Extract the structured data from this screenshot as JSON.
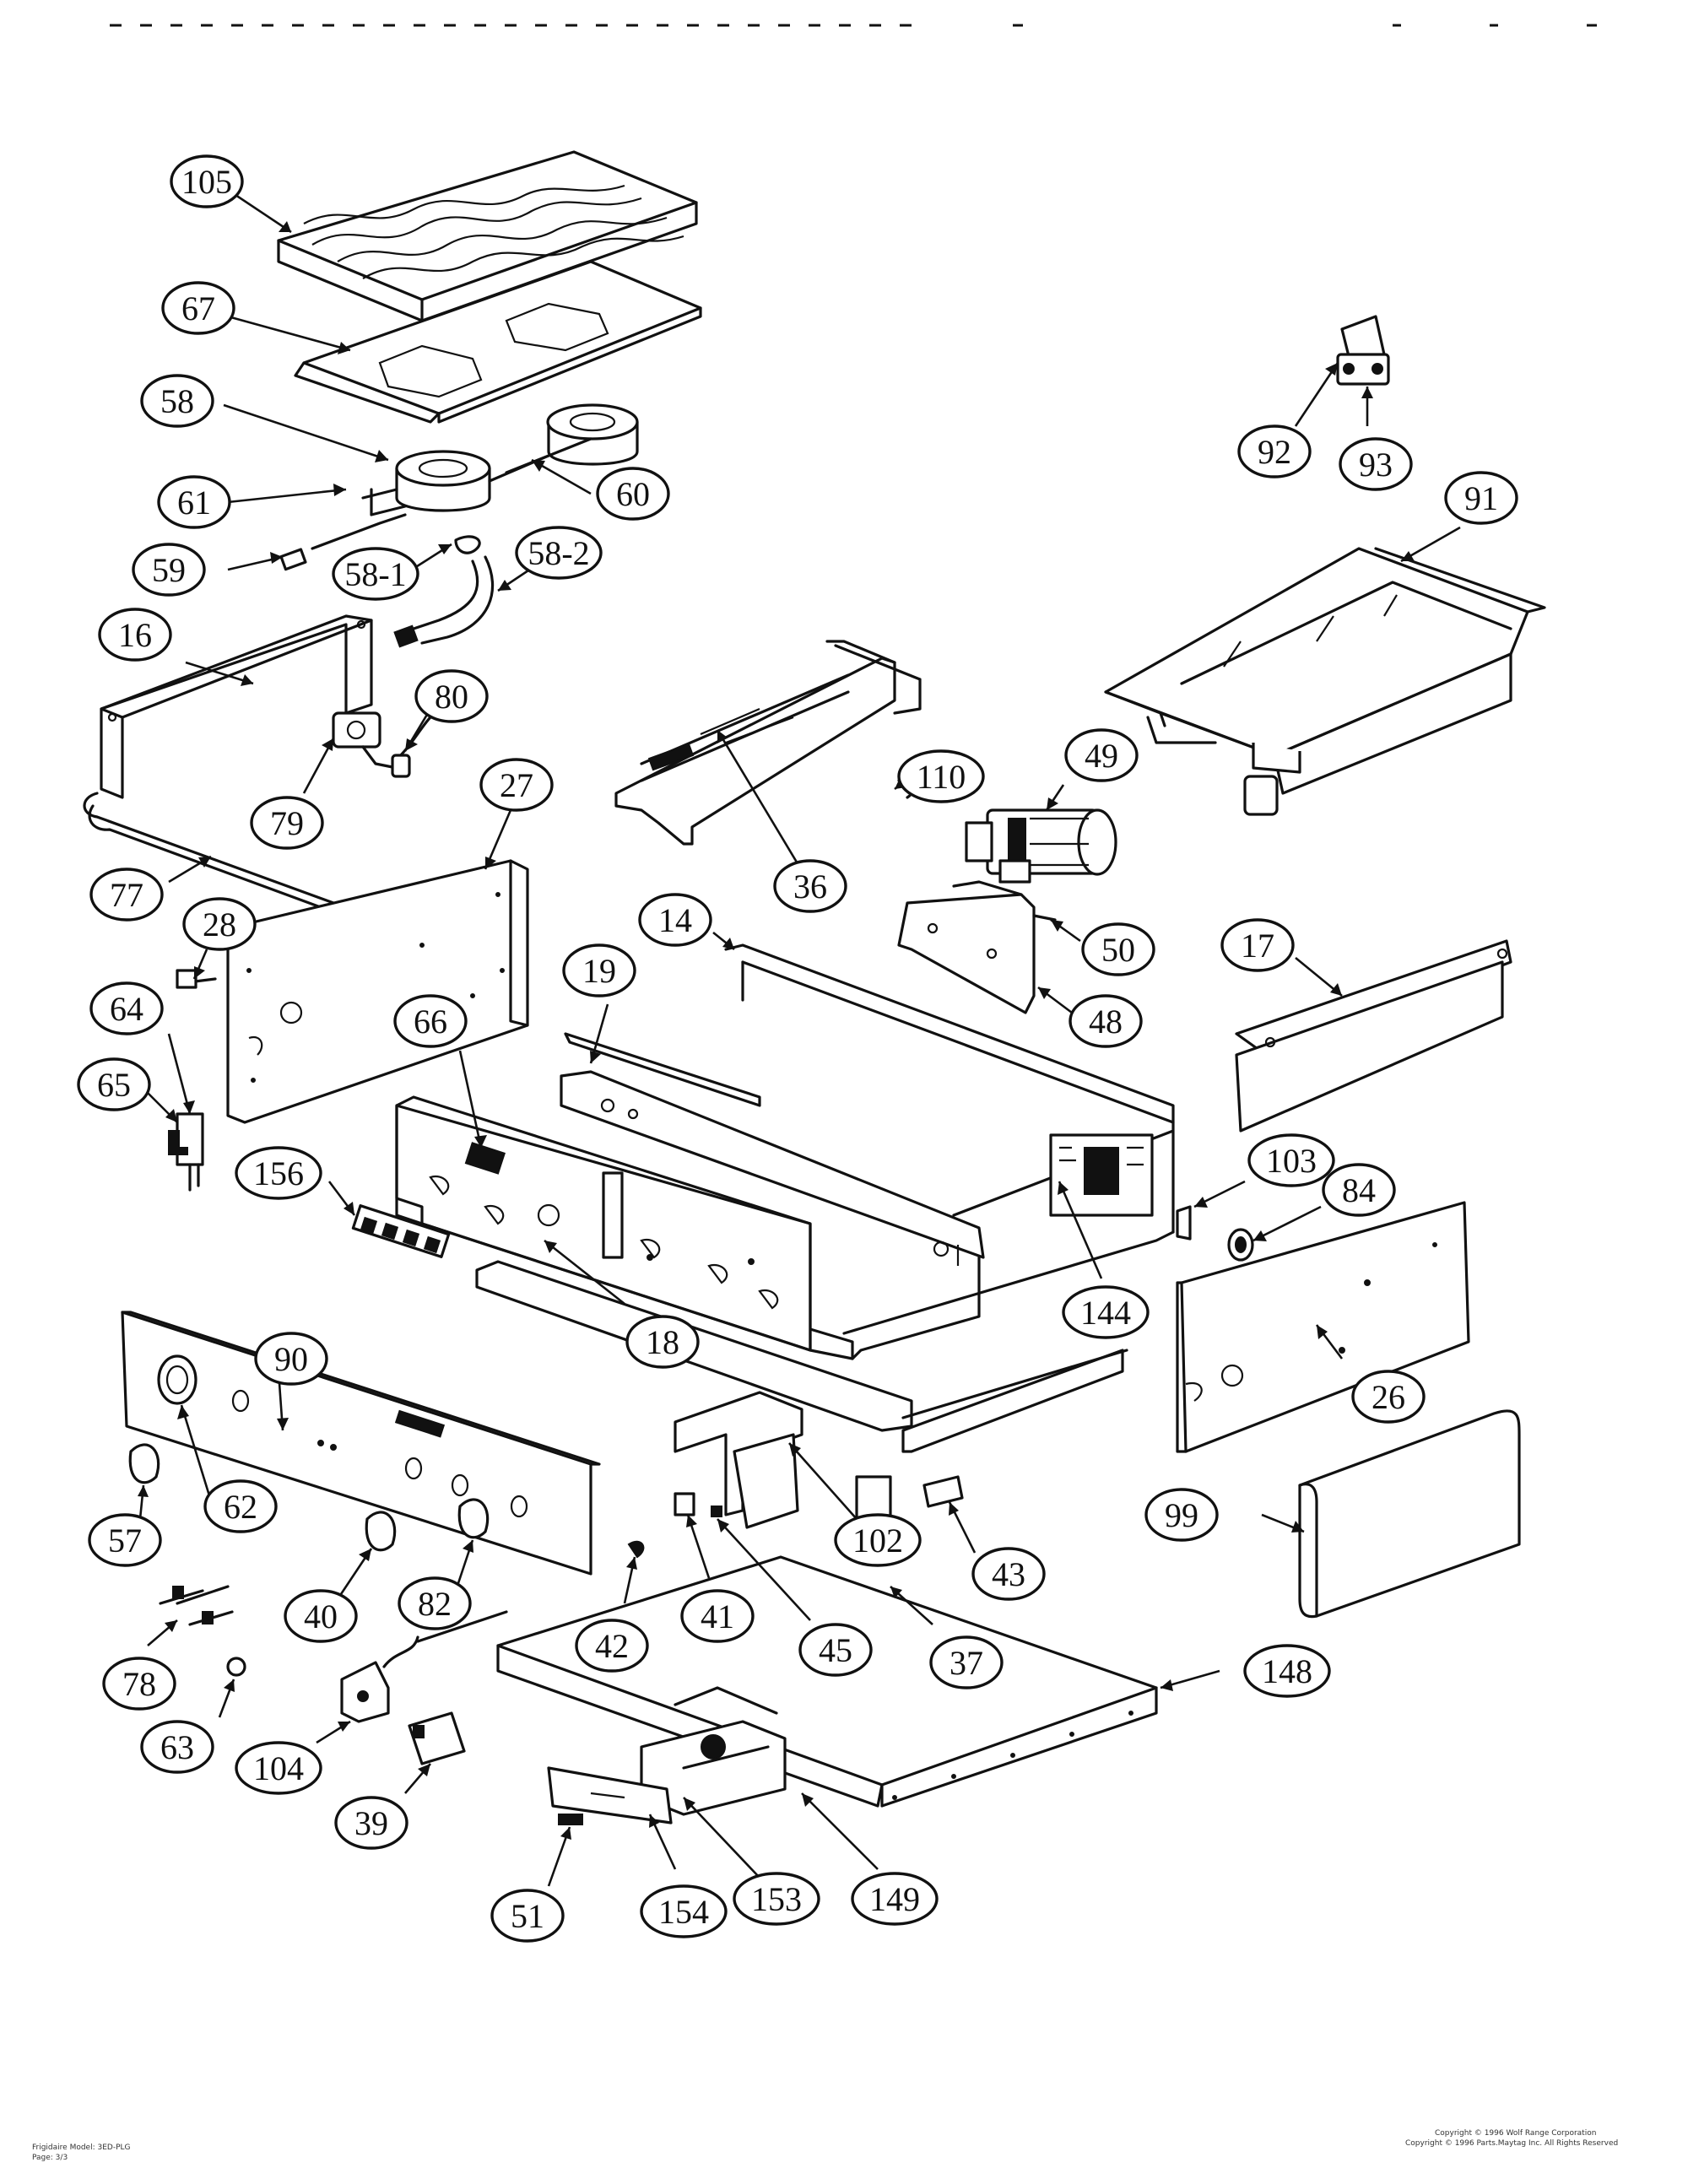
{
  "diagram": {
    "callouts": [
      {
        "id": "105",
        "label": "105"
      },
      {
        "id": "67",
        "label": "67"
      },
      {
        "id": "58",
        "label": "58"
      },
      {
        "id": "61",
        "label": "61"
      },
      {
        "id": "60",
        "label": "60"
      },
      {
        "id": "59",
        "label": "59"
      },
      {
        "id": "58-1",
        "label": "58-1"
      },
      {
        "id": "58-2",
        "label": "58-2"
      },
      {
        "id": "16",
        "label": "16"
      },
      {
        "id": "80",
        "label": "80"
      },
      {
        "id": "79",
        "label": "79"
      },
      {
        "id": "77",
        "label": "77"
      },
      {
        "id": "27",
        "label": "27"
      },
      {
        "id": "28",
        "label": "28"
      },
      {
        "id": "64",
        "label": "64"
      },
      {
        "id": "65",
        "label": "65"
      },
      {
        "id": "66",
        "label": "66"
      },
      {
        "id": "19",
        "label": "19"
      },
      {
        "id": "14",
        "label": "14"
      },
      {
        "id": "156",
        "label": "156"
      },
      {
        "id": "110",
        "label": "110"
      },
      {
        "id": "36",
        "label": "36"
      },
      {
        "id": "49",
        "label": "49"
      },
      {
        "id": "50",
        "label": "50"
      },
      {
        "id": "48",
        "label": "48"
      },
      {
        "id": "92",
        "label": "92"
      },
      {
        "id": "93",
        "label": "93"
      },
      {
        "id": "91",
        "label": "91"
      },
      {
        "id": "17",
        "label": "17"
      },
      {
        "id": "103",
        "label": "103"
      },
      {
        "id": "84",
        "label": "84"
      },
      {
        "id": "144",
        "label": "144"
      },
      {
        "id": "18",
        "label": "18"
      },
      {
        "id": "26",
        "label": "26"
      },
      {
        "id": "90",
        "label": "90"
      },
      {
        "id": "62",
        "label": "62"
      },
      {
        "id": "57",
        "label": "57"
      },
      {
        "id": "40",
        "label": "40"
      },
      {
        "id": "82",
        "label": "82"
      },
      {
        "id": "102",
        "label": "102"
      },
      {
        "id": "43",
        "label": "43"
      },
      {
        "id": "99",
        "label": "99"
      },
      {
        "id": "42",
        "label": "42"
      },
      {
        "id": "41",
        "label": "41"
      },
      {
        "id": "45",
        "label": "45"
      },
      {
        "id": "37",
        "label": "37"
      },
      {
        "id": "148",
        "label": "148"
      },
      {
        "id": "78",
        "label": "78"
      },
      {
        "id": "63",
        "label": "63"
      },
      {
        "id": "104",
        "label": "104"
      },
      {
        "id": "39",
        "label": "39"
      },
      {
        "id": "51",
        "label": "51"
      },
      {
        "id": "154",
        "label": "154"
      },
      {
        "id": "153",
        "label": "153"
      },
      {
        "id": "149",
        "label": "149"
      }
    ]
  },
  "footer": {
    "left_line1": "Frigidaire Model: 3ED-PLG",
    "left_line2": "Page: 3/3",
    "right_line1": "Copyright © 1996 Wolf Range Corporation",
    "right_line2": "Copyright © 1996 Parts.Maytag Inc. All Rights Reserved"
  }
}
